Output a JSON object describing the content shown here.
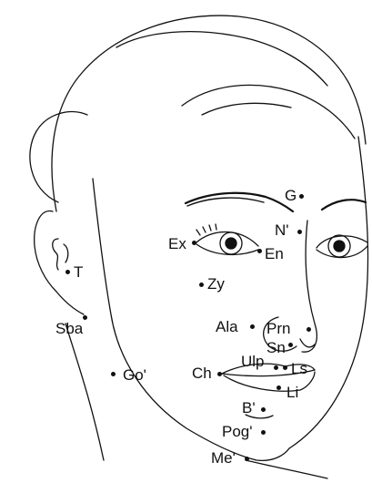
{
  "colors": {
    "ink": "#111111",
    "background": "#ffffff"
  },
  "landmarks": {
    "G": "G",
    "N_prime": "N'",
    "Ex": "Ex",
    "En": "En",
    "T": "T",
    "Zy": "Zy",
    "Sba": "Sba",
    "Ala": "Ala",
    "Prn": "Prn",
    "Sn": "Sn",
    "Ulp": "Ulp",
    "Ls": "Ls",
    "Ch": "Ch",
    "Li": "Li",
    "Go_prime": "Go'",
    "B_prime": "B'",
    "Pog_prime": "Pog'",
    "Me_prime": "Me'"
  }
}
